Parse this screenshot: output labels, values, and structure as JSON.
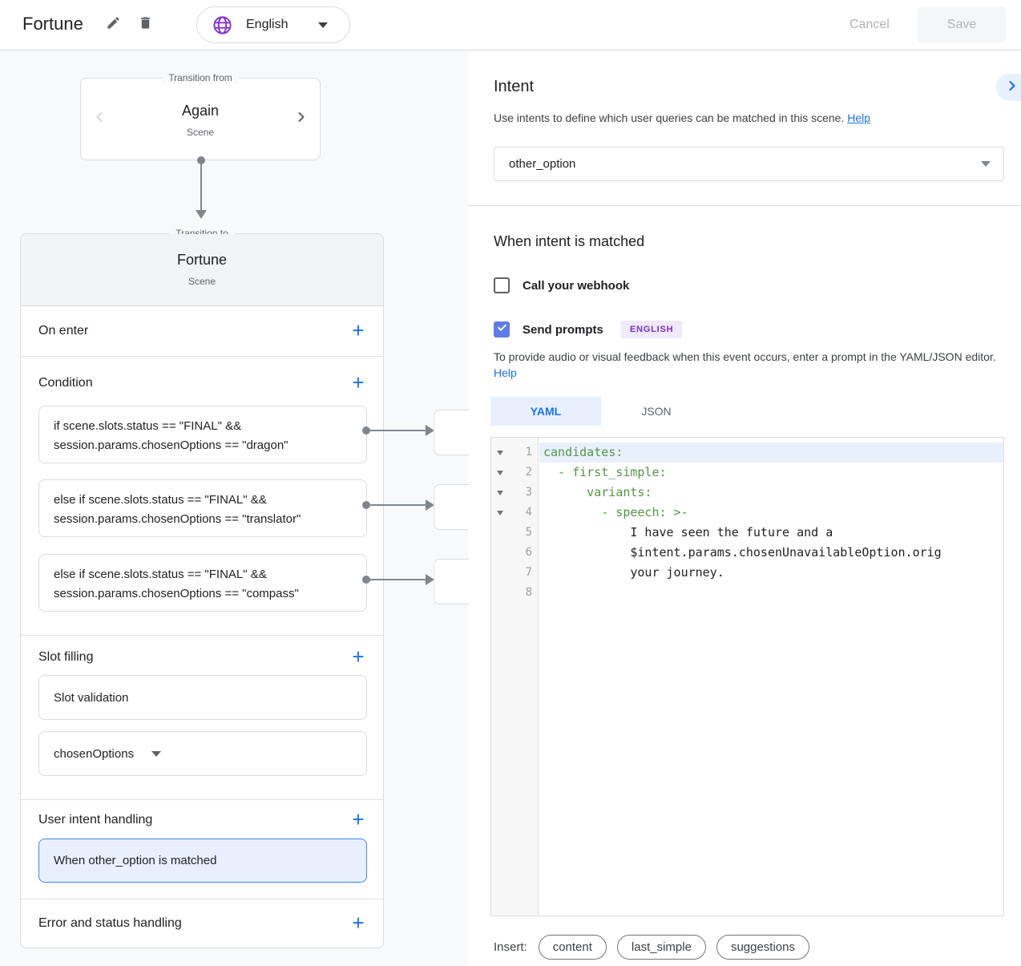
{
  "colors": {
    "accent_blue": "#1a73e8",
    "selected_border_blue": "#4285f4",
    "selected_fill_blue": "#E8F0FE",
    "checkbox_blue": "#5F7DE6",
    "code_green": "#579444",
    "badge_purple": "#7B2FC4",
    "badge_bg": "#EFE9F9",
    "panel_gray": "#F8F9FA"
  },
  "header": {
    "title": "Fortune",
    "language_selector": {
      "label": "English",
      "icon": "globe-icon"
    },
    "icons": [
      "edit-pencil-icon",
      "delete-trash-icon"
    ],
    "cancel_label": "Cancel",
    "save_label": "Save"
  },
  "flow": {
    "transition_from": {
      "legend": "Transition from",
      "scene_name": "Again",
      "scene_type": "Scene"
    },
    "transition_to": {
      "legend": "Transition to",
      "scene_name": "Fortune",
      "scene_type": "Scene"
    },
    "sections": {
      "on_enter": "On enter",
      "condition": "Condition",
      "slot_filling": "Slot filling",
      "user_intent_handling": "User intent handling",
      "error_handling": "Error and status handling"
    },
    "conditions": [
      {
        "line1": "if scene.slots.status == \"FINAL\" &&",
        "line2": "session.params.chosenOptions == \"dragon\""
      },
      {
        "line1": "else if scene.slots.status == \"FINAL\" &&",
        "line2": "session.params.chosenOptions == \"translator\""
      },
      {
        "line1": "else if scene.slots.status == \"FINAL\" &&",
        "line2": "session.params.chosenOptions == \"compass\""
      }
    ],
    "slot_cards": {
      "validation": "Slot validation",
      "slot_name": "chosenOptions"
    },
    "intent_card": "When other_option is matched"
  },
  "intent_panel": {
    "title": "Intent",
    "description": "Use intents to define which user queries can be matched in this scene.",
    "help_label": "Help",
    "selected_intent": "other_option",
    "matched": {
      "title": "When intent is matched",
      "webhook_label": "Call your webhook",
      "prompts_label": "Send prompts",
      "language_badge": "ENGLISH",
      "description": "To provide audio or visual feedback when this event occurs, enter a prompt in the YAML/JSON editor.",
      "help_label": "Help"
    },
    "tabs": {
      "yaml": "YAML",
      "json": "JSON"
    },
    "editor": {
      "lines": [
        {
          "num": "1",
          "text": "candidates:"
        },
        {
          "num": "2",
          "text": "  - first_simple:"
        },
        {
          "num": "3",
          "text": "      variants:"
        },
        {
          "num": "4",
          "text": "        - speech: >-"
        },
        {
          "num": "5",
          "text": "            I have seen the future and a"
        },
        {
          "num": "6",
          "text": "            $intent.params.chosenUnavailableOption.orig"
        },
        {
          "num": "7",
          "text": "            your journey."
        },
        {
          "num": "8",
          "text": ""
        }
      ]
    },
    "insert": {
      "label": "Insert:",
      "chips": [
        "content",
        "last_simple",
        "suggestions"
      ]
    }
  }
}
